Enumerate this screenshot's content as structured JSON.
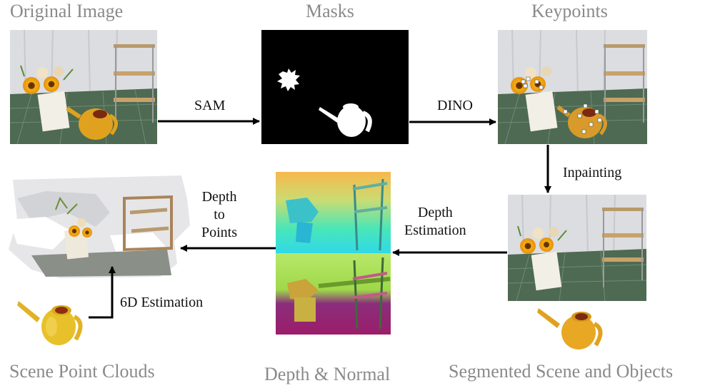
{
  "captions": {
    "original": "Original Image",
    "masks": "Masks",
    "keypoints": "Keypoints",
    "scene_clouds": "Scene Point Clouds",
    "depth_normal": "Depth & Normal",
    "segmented": "Segmented Scene and Objects"
  },
  "edges": {
    "sam": "SAM",
    "dino": "DINO",
    "inpainting": "Inpainting",
    "depth_est_1": "Depth",
    "depth_est_2": "Estimation",
    "d2p_1": "Depth",
    "d2p_2": "to",
    "d2p_3": "Points",
    "sixd": "6D Estimation"
  }
}
